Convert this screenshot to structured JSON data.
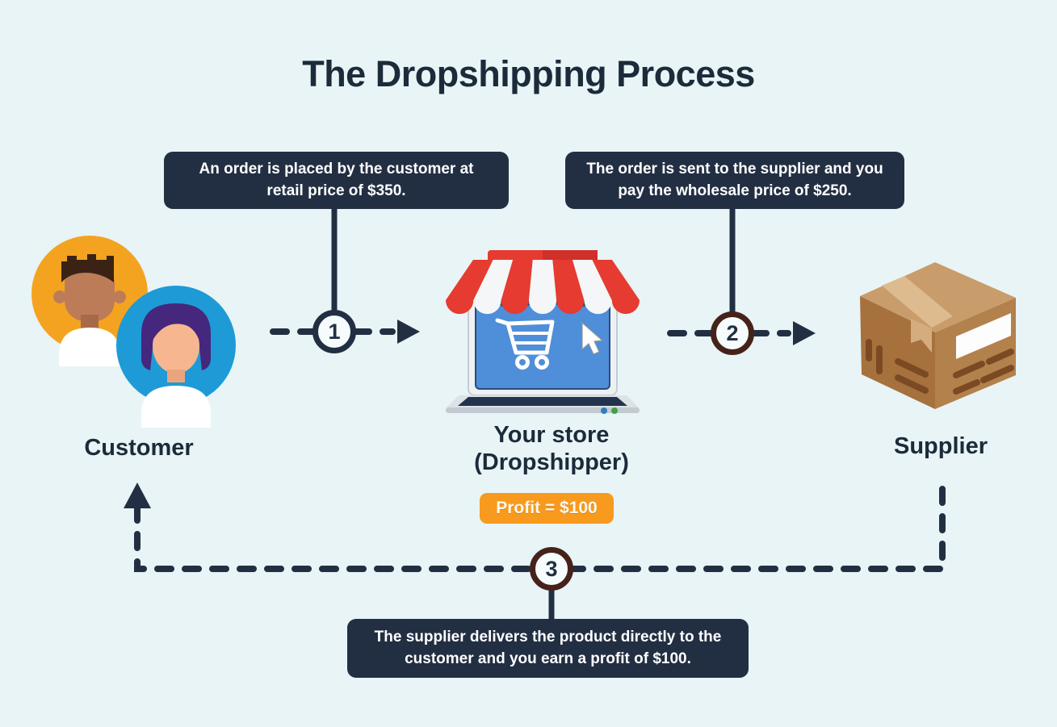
{
  "title": "The Dropshipping Process",
  "steps": [
    {
      "number": "1",
      "text": "An order is placed by the customer at retail price of $350."
    },
    {
      "number": "2",
      "text": "The order is sent to the supplier and you pay the wholesale price of $250."
    },
    {
      "number": "3",
      "text": "The supplier delivers the product directly to the customer and you earn a profit of $100."
    }
  ],
  "entities": {
    "customer": {
      "label": "Customer",
      "icon": "customer-avatars-icon"
    },
    "store": {
      "label": "Your store",
      "sublabel": "(Dropshipper)",
      "icon": "storefront-laptop-icon",
      "profit_badge": "Profit = $100"
    },
    "supplier": {
      "label": "Supplier",
      "icon": "shipping-box-icon"
    }
  },
  "colors": {
    "background": "#e8f4f6",
    "navy": "#222f43",
    "maroon_ring": "#45231a",
    "orange": "#f79a1d",
    "awning_red": "#e53b31",
    "screen_blue": "#4f8ed8",
    "avatar_orange": "#f4a321",
    "avatar_blue": "#1e9ad6",
    "box_brown": "#b3814c"
  }
}
